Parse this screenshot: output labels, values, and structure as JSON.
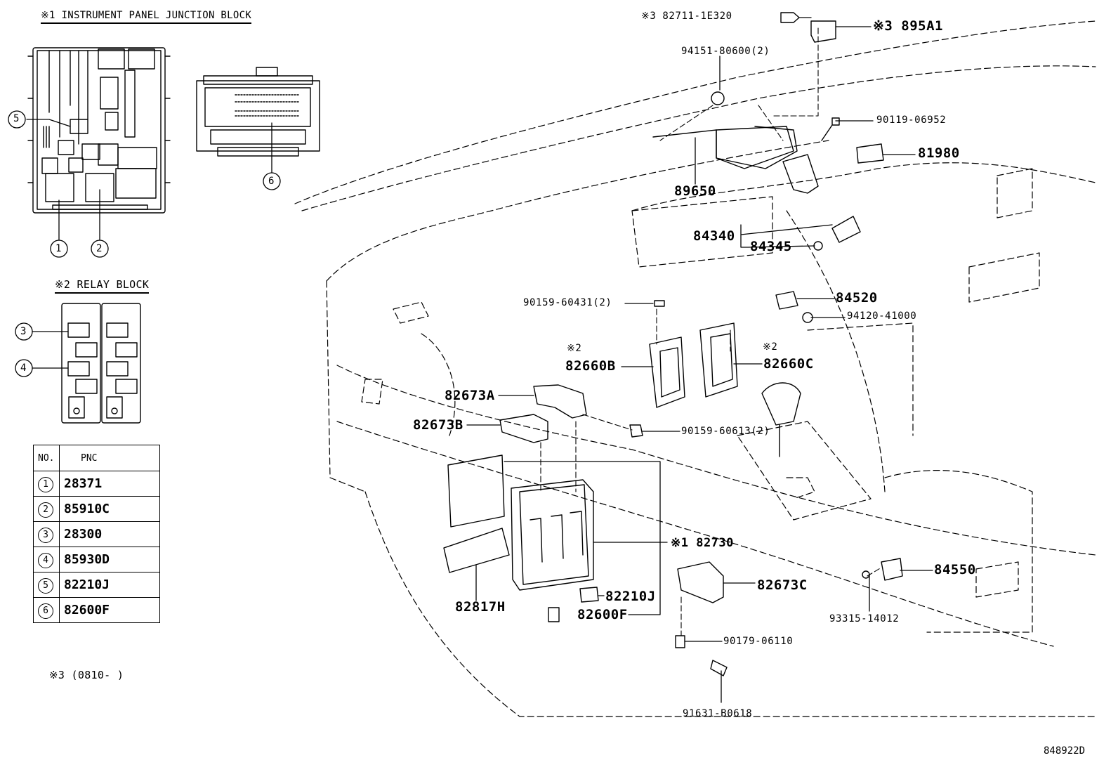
{
  "headers": {
    "junction_block": "※1 INSTRUMENT PANEL JUNCTION BLOCK",
    "relay_block": "※2 RELAY BLOCK",
    "note3": "※3 (0810-    )"
  },
  "table": {
    "col_no": "NO.",
    "col_pnc": "PNC",
    "rows": [
      {
        "no": "1",
        "pnc": "28371"
      },
      {
        "no": "2",
        "pnc": "85910C"
      },
      {
        "no": "3",
        "pnc": "28300"
      },
      {
        "no": "4",
        "pnc": "85930D"
      },
      {
        "no": "5",
        "pnc": "82210J"
      },
      {
        "no": "6",
        "pnc": "82600F"
      }
    ]
  },
  "callouts": [
    "1",
    "2",
    "3",
    "4",
    "5",
    "6"
  ],
  "parts": {
    "p82711": "※3 82711-1E320",
    "p895A1": "※3 895A1",
    "p94151": "94151-80600(2)",
    "p90119": "90119-06952",
    "p81980": "81980",
    "p89650": "89650",
    "p84340": "84340",
    "p84345": "84345",
    "p90159a": "90159-60431(2)",
    "p84520": "84520",
    "p94120": "94120-41000",
    "p82660B_mark": "※2",
    "p82660B": "82660B",
    "p82660C_mark": "※2",
    "p82660C": "82660C",
    "p82673A": "82673A",
    "p82673B": "82673B",
    "p90159b": "90159-60613(2)",
    "p82730": "※1 82730",
    "p84550": "84550",
    "p82673C": "82673C",
    "p82817H": "82817H",
    "p82210J": "82210J",
    "p82600F": "82600F",
    "p93315": "93315-14012",
    "p90179": "90179-06110",
    "p91631": "91631-B0618"
  },
  "diagram_code": "848922D"
}
